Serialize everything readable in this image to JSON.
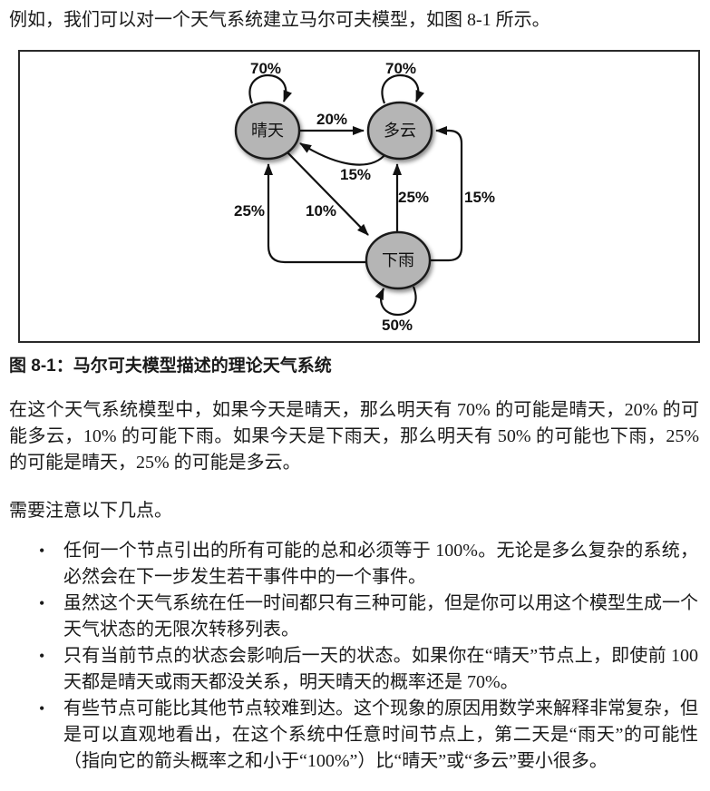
{
  "page": {
    "intro": "例如，我们可以对一个天气系统建立马尔可夫模型，如图 8-1 所示。",
    "caption": "图 8-1：马尔可夫模型描述的理论天气系统",
    "paragraph": "在这个天气系统模型中，如果今天是晴天，那么明天有 70% 的可能是晴天，20% 的可能多云，10% 的可能下雨。如果今天是下雨天，那么明天有 50% 的可能也下雨，25% 的可能是晴天，25% 的可能是多云。",
    "note_lead": "需要注意以下几点。",
    "bullet_marker": "•",
    "bullets": [
      "任何一个节点引出的所有可能的总和必须等于 100%。无论是多么复杂的系统，必然会在下一步发生若干事件中的一个事件。",
      "虽然这个天气系统在任一时间都只有三种可能，但是你可以用这个模型生成一个天气状态的无限次转移列表。",
      "只有当前节点的状态会影响后一天的状态。如果你在“晴天”节点上，即使前 100 天都是晴天或雨天都没关系，明天晴天的概率还是 70%。",
      "有些节点可能比其他节点较难到达。这个现象的原因用数学来解释非常复杂，但是可以直观地看出，在这个系统中任意时间节点上，第二天是“雨天”的可能性（指向它的箭头概率之和小于“100%”）比“晴天”或“多云”要小很多。"
    ]
  },
  "diagram": {
    "type": "markov-state-diagram",
    "nodes": {
      "sunny": "晴天",
      "cloudy": "多云",
      "rainy": "下雨"
    },
    "edges": {
      "sunny_self": "70%",
      "cloudy_self": "70%",
      "rainy_self": "50%",
      "sunny_to_cloudy": "20%",
      "cloudy_to_sunny": "15%",
      "sunny_to_rainy": "10%",
      "rainy_to_sunny": "25%",
      "rainy_to_cloudy": "25%",
      "rainy_to_cloudy_right": "15%"
    },
    "colors": {
      "node_fill": "#b5b5b5",
      "node_stroke": "#1a1a1a",
      "line": "#111111"
    }
  }
}
